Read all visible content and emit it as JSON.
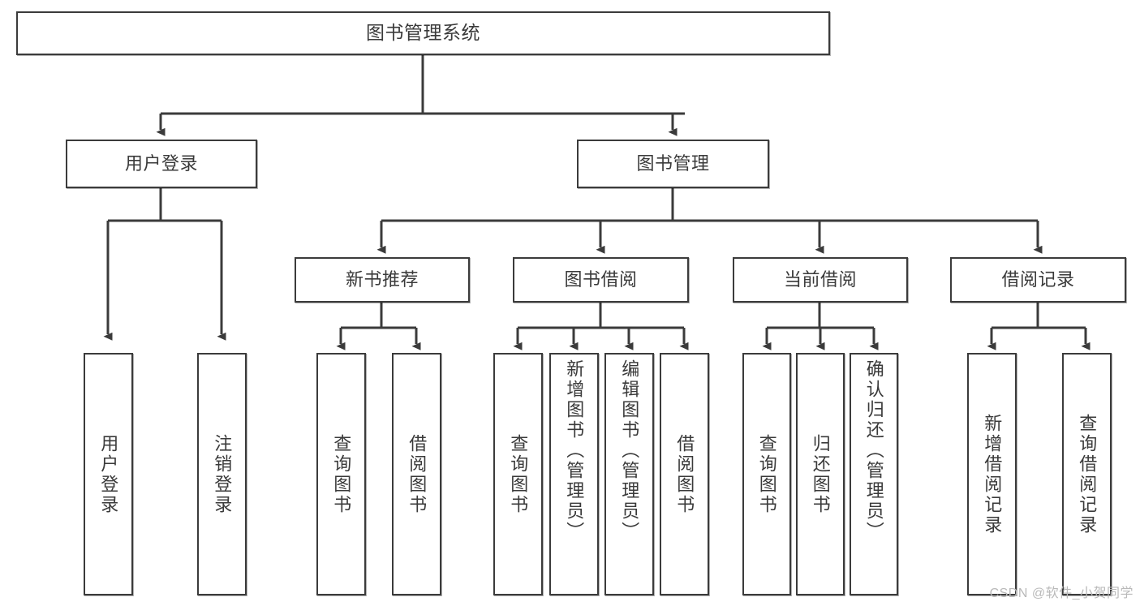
{
  "diagram": {
    "title": "图书管理系统",
    "type": "tree-hierarchy",
    "watermark": "CSDN @软件_小贺同学",
    "colors": {
      "node_border": "#3b3b3b",
      "node_fill": "#ffffff",
      "edge": "#3b3b3b",
      "text": "#3a3a3a",
      "watermark": "#b9b9b9",
      "background": "#ffffff"
    },
    "root": {
      "id": "root",
      "label": "图书管理系统"
    },
    "level2": [
      {
        "id": "user-login",
        "label": "用户登录"
      },
      {
        "id": "book-manage",
        "label": "图书管理"
      }
    ],
    "level3": [
      {
        "id": "new-book-recommend",
        "label": "新书推荐"
      },
      {
        "id": "book-borrow",
        "label": "图书借阅"
      },
      {
        "id": "current-borrow",
        "label": "当前借阅"
      },
      {
        "id": "borrow-record",
        "label": "借阅记录"
      }
    ],
    "leaves": {
      "user-login": [
        {
          "id": "leaf-user-login",
          "label": "用户登录"
        },
        {
          "id": "leaf-logout-login",
          "label": "注销登录"
        }
      ],
      "new-book-recommend": [
        {
          "id": "leaf-query-book-1",
          "label": "查询图书"
        },
        {
          "id": "leaf-borrow-book-1",
          "label": "借阅图书"
        }
      ],
      "book-borrow": [
        {
          "id": "leaf-query-book-2",
          "label": "查询图书"
        },
        {
          "id": "leaf-add-book-admin",
          "label": "新增图书（管理员）"
        },
        {
          "id": "leaf-edit-book-admin",
          "label": "编辑图书（管理员）"
        },
        {
          "id": "leaf-borrow-book-2",
          "label": "借阅图书"
        }
      ],
      "current-borrow": [
        {
          "id": "leaf-query-book-3",
          "label": "查询图书"
        },
        {
          "id": "leaf-return-book",
          "label": "归还图书"
        },
        {
          "id": "leaf-confirm-return-admin",
          "label": "确认归还（管理员）"
        }
      ],
      "borrow-record": [
        {
          "id": "leaf-add-borrow-record",
          "label": "新增借阅记录"
        },
        {
          "id": "leaf-query-borrow-record",
          "label": "查询借阅记录"
        }
      ]
    }
  }
}
